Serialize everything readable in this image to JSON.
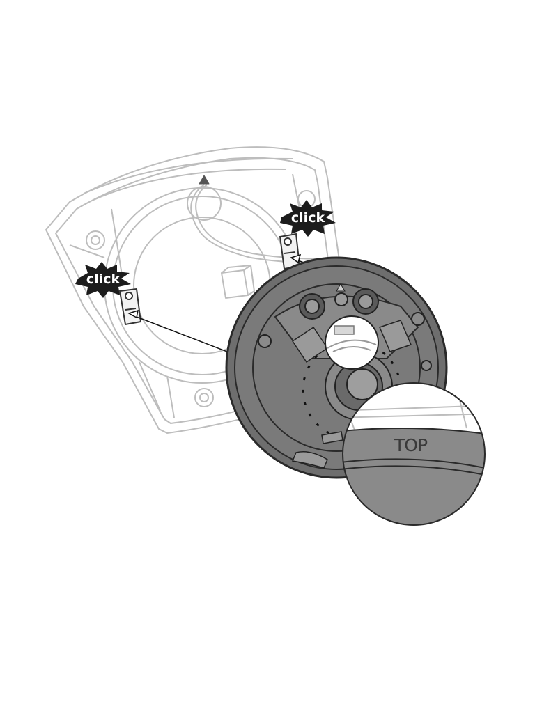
{
  "callouts": {
    "click_left": "click",
    "click_right": "click"
  },
  "magnifier": {
    "label": "TOP"
  },
  "colors": {
    "background": "#ffffff",
    "outline_light": "#bdbdbd",
    "housing_dark": "#6e6e6e",
    "housing_mid": "#8a8a8a",
    "housing_edge": "#2a2a2a",
    "burst": "#1c1c1c"
  }
}
